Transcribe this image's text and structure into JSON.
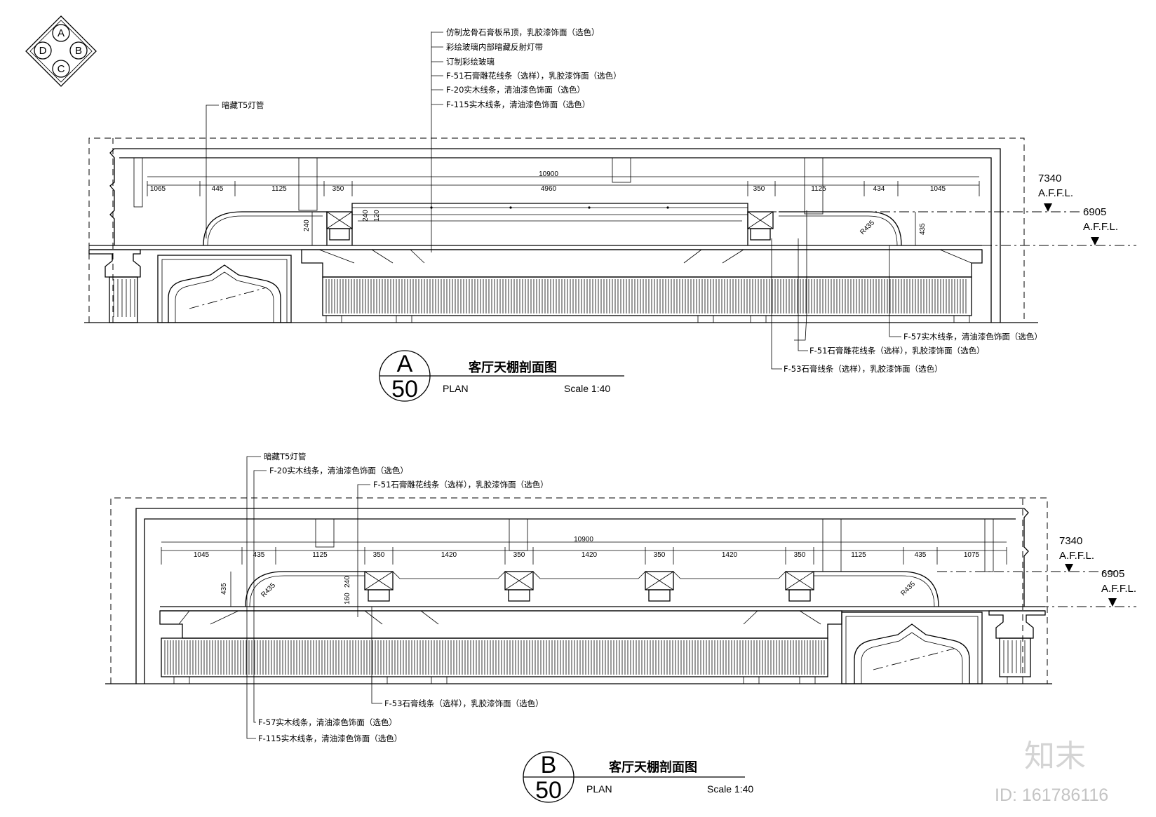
{
  "compass": [
    "A",
    "B",
    "C",
    "D"
  ],
  "section_a": {
    "title": "客厅天棚剖面图",
    "bubble_letter": "A",
    "bubble_number": "50",
    "plan_label": "PLAN",
    "scale": "Scale 1:40",
    "top_notes": [
      "仿制龙骨石膏板吊顶，乳胶漆饰面（选色）",
      "彩绘玻璃内部暗藏反射灯带",
      "订制彩绘玻璃",
      "F-51石膏雕花线条（选样），乳胶漆饰面（选色）",
      "F-20实木线条，清油漆色饰面（选色）",
      "F-115实木线条，清油漆色饰面（选色）"
    ],
    "lamp_note": "暗藏T5灯管",
    "right_notes": [
      "F-57实木线条，清油漆色饰面（选色）",
      "F-51石膏雕花线条（选样），乳胶漆饰面（选色）",
      "F-53石膏线条（选样），乳胶漆饰面（选色）"
    ],
    "overall_dim": "10900",
    "top_dims": [
      "1065",
      "445",
      "1125",
      "350",
      "4960",
      "350",
      "1125",
      "434",
      "1045"
    ],
    "small_dims": [
      "240",
      "240",
      "120",
      "435"
    ],
    "radius": "R435",
    "level_high": "7340",
    "level_low": "6905",
    "level_tag": "A.F.F.L."
  },
  "section_b": {
    "title": "客厅天棚剖面图",
    "bubble_letter": "B",
    "bubble_number": "50",
    "plan_label": "PLAN",
    "scale": "Scale 1:40",
    "top_notes": [
      "暗藏T5灯管",
      "F-20实木线条，清油漆色饰面（选色）",
      "F-51石膏雕花线条（选样），乳胶漆饰面（选色）"
    ],
    "bottom_notes": [
      "F-53石膏线条（选样），乳胶漆饰面（选色）",
      "F-57实木线条，清油漆色饰面（选色）",
      "F-115实木线条，清油漆色饰面（选色）"
    ],
    "overall_dim": "10900",
    "top_dims": [
      "1045",
      "435",
      "1125",
      "350",
      "1420",
      "350",
      "1420",
      "350",
      "1420",
      "350",
      "1125",
      "435",
      "1075"
    ],
    "small_dims": [
      "435",
      "160",
      "240"
    ],
    "radius": "R435",
    "level_high": "7340",
    "level_low": "6905",
    "level_tag": "A.F.F.L."
  },
  "watermark": {
    "logo": "知末",
    "id": "ID: 161786116"
  }
}
